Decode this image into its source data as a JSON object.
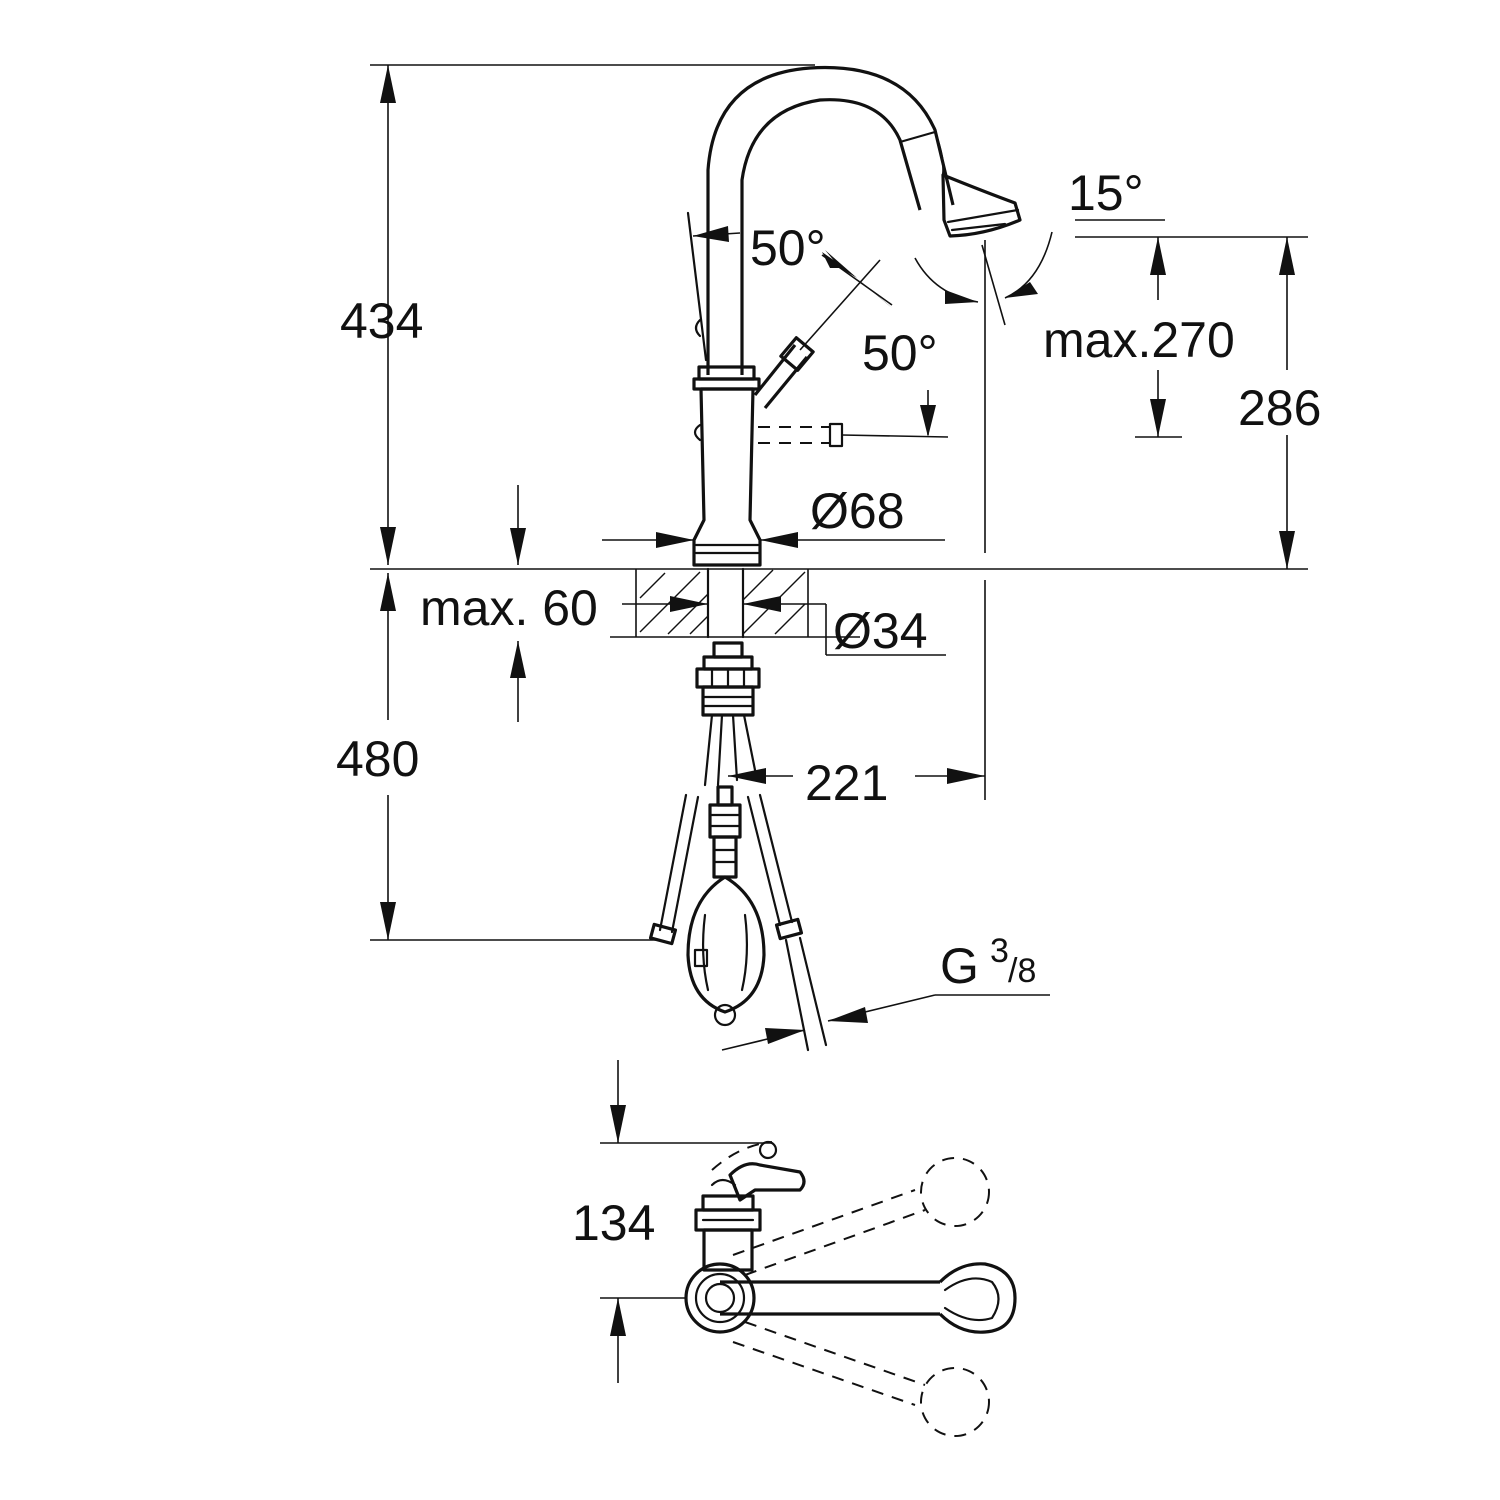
{
  "dimensions": {
    "height_total": "434",
    "spout_angle_left": "50°",
    "spray_angle": "15°",
    "lever_angle": "50°",
    "clearance_max": "max.270",
    "spout_height": "286",
    "base_diameter": "Ø68",
    "deck_thickness": "max. 60",
    "hole_diameter": "Ø34",
    "hose_length": "480",
    "reach": "221",
    "thread_main": "G",
    "thread_num": "3",
    "thread_den": "/8",
    "top_view_depth": "134"
  }
}
